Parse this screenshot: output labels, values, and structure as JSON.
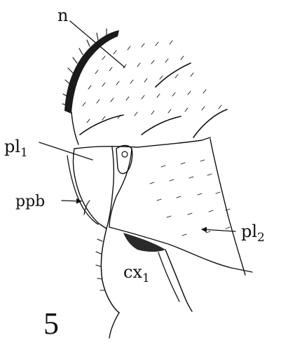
{
  "figure": {
    "number": "5",
    "labels": {
      "n": "n",
      "pl1_base": "pl",
      "pl1_sub": "1",
      "ppb": "ppb",
      "pl2_base": "pl",
      "pl2_sub": "2",
      "cx1_base": "cx",
      "cx1_sub": "1"
    }
  }
}
